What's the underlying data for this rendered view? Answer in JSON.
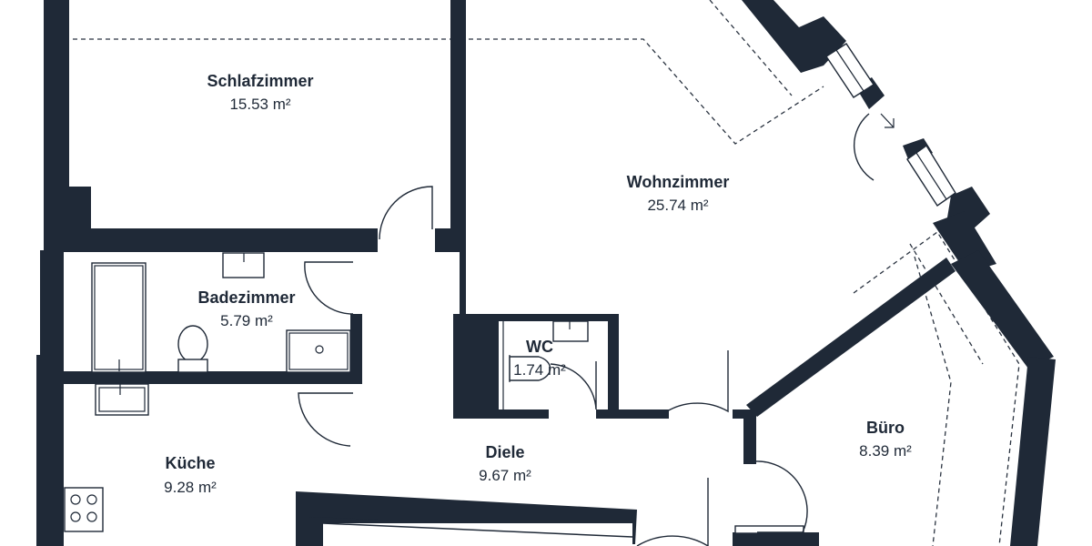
{
  "colors": {
    "wall": "#1f2937",
    "background": "#ffffff"
  },
  "rooms": [
    {
      "name": "Schlafzimmer",
      "area": "15.53 m²"
    },
    {
      "name": "Wohnzimmer",
      "area": "25.74 m²"
    },
    {
      "name": "Badezimmer",
      "area": "5.79 m²"
    },
    {
      "name": "WC",
      "area": "1.74 m²"
    },
    {
      "name": "Küche",
      "area": "9.28 m²"
    },
    {
      "name": "Diele",
      "area": "9.67 m²"
    },
    {
      "name": "Büro",
      "area": "8.39 m²"
    }
  ],
  "icons": [
    "bathtub-icon",
    "toilet-icon",
    "sink-icon",
    "shower-icon",
    "stove-icon",
    "door-swing-icon",
    "window-icon",
    "entrance-arrow-icon"
  ]
}
